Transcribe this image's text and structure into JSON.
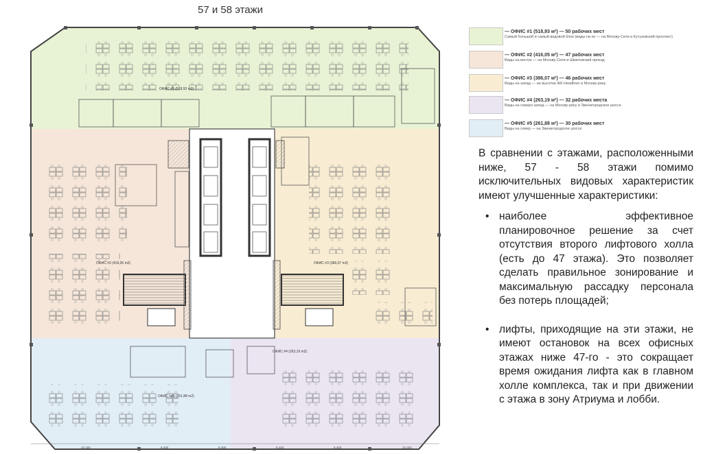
{
  "title": "57 и 58 этажи",
  "legend": [
    {
      "line1": "— ОФИС #1 (518,93 м²) — 50 рабочих мест",
      "line2": "Самый большой и самый видовой блок (виды на юг — на Москву-Сити и Кутузовский проспект)",
      "color": "#e8f3d5"
    },
    {
      "line1": "— ОФИС #2 (416,05 м²) — 47 рабочих мест",
      "line2": "Виды на восток — на Москву-Сити и Шмитовский проезд",
      "color": "#f6e6d9"
    },
    {
      "line1": "— ОФИС #3 (386,07 м²) — 46 рабочих мест",
      "line2": "Виды на запад — на высотки ЖК Headliner и Москву-реку",
      "color": "#f8ecd3"
    },
    {
      "line1": "— ОФИС #4 (263,19 м²) — 32 рабочих места",
      "line2": "Виды на северо-запад — на Москву-реку и Звенигородское шоссе",
      "color": "#ebe5f2"
    },
    {
      "line1": "— ОФИС #5 (261,88 м²) — 30 рабочих мест",
      "line2": "Виды на север — на Звенигородское шоссе",
      "color": "#e2eef6"
    }
  ],
  "description": {
    "intro": "В сравнении с этажами, расположенными ниже, 57 - 58 этажи помимо исключительных видовых характеристик имеют улучшенные характеристики:",
    "bullet_char": "•",
    "bullets": [
      "наиболее эффективное планировочное решение за счет отсутствия второго лифтового холла (есть до 47 этажа). Это позволяет сделать правильное зонирование и максимальную рассадку персонала без потерь площадей;",
      "лифты, приходящие на эти этажи, не имеют остановок на всех офисных этажах ниже 47-го - это сокращает время ожидания лифта как в главном холле комплекса, так и при движении с этажа в зону Атриума и лобби."
    ]
  },
  "plan_labels": {
    "office1": "ОФИС #1 (518,93 m2)",
    "office2": "ОФИС #2 (416,05 m2)",
    "office3": "ОФИС #3 (386,07 m2)",
    "office4": "ОФИС #4 (263,19 m2)",
    "office5": "ОФИС №5 (261,88 m2)"
  },
  "dimensions": [
    "10 200",
    "8 400",
    "8 400",
    "8 400",
    "8 400",
    "10 200"
  ]
}
